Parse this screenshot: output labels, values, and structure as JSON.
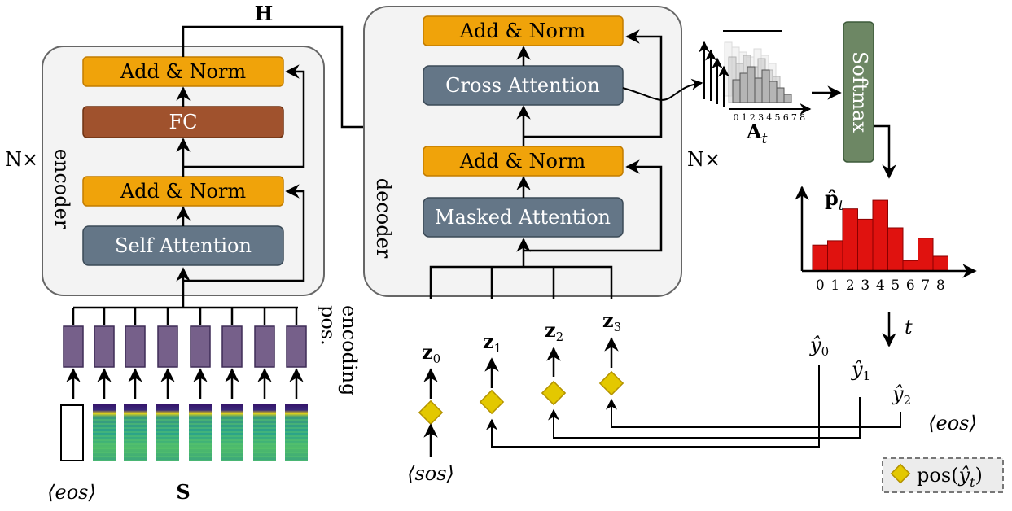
{
  "encoder": {
    "label": "encoder",
    "repeat": "N×",
    "add_norm_top": "Add & Norm",
    "fc": "FC",
    "add_norm_bottom": "Add & Norm",
    "self_attention": "Self Attention"
  },
  "decoder": {
    "label": "decoder",
    "repeat": "N×",
    "add_norm_top": "Add & Norm",
    "cross_attention": "Cross Attention",
    "add_norm_bottom": "Add & Norm",
    "masked_attention": "Masked Attention"
  },
  "h_label": "H",
  "softmax": "Softmax",
  "attention_map": {
    "label": "A",
    "label_sub": "t",
    "ticks": [
      "0",
      "1",
      "2",
      "3",
      "4",
      "5",
      "6",
      "7",
      "8"
    ]
  },
  "prob_chart": {
    "label": "p̂",
    "label_sub": "t",
    "ticks": [
      "0",
      "1",
      "2",
      "3",
      "4",
      "5",
      "6",
      "7",
      "8"
    ],
    "values": [
      0.3,
      0.35,
      0.72,
      0.6,
      0.82,
      0.5,
      0.12,
      0.38,
      0.17
    ],
    "color": "#e0120f"
  },
  "time_label": "t",
  "input": {
    "eos": "⟨eos⟩",
    "S": "S",
    "pos_encoding": "pos. encoding",
    "sos": "⟨sos⟩"
  },
  "z_labels": [
    {
      "base": "z",
      "sub": "0"
    },
    {
      "base": "z",
      "sub": "1"
    },
    {
      "base": "z",
      "sub": "2"
    },
    {
      "base": "z",
      "sub": "3"
    }
  ],
  "y_labels": [
    {
      "base": "ŷ",
      "sub": "0"
    },
    {
      "base": "ŷ",
      "sub": "1"
    },
    {
      "base": "ŷ",
      "sub": "2"
    }
  ],
  "eos_out": "⟨eos⟩",
  "legend": {
    "text_pre": "pos(",
    "sym": "ŷ",
    "sub": "t",
    "text_post": ")"
  },
  "colors": {
    "orange": "#f0a30a",
    "slate": "#647687",
    "brown": "#a0522d",
    "green": "#6d8764",
    "purple": "#76608a",
    "diamond": "#e3c800"
  }
}
